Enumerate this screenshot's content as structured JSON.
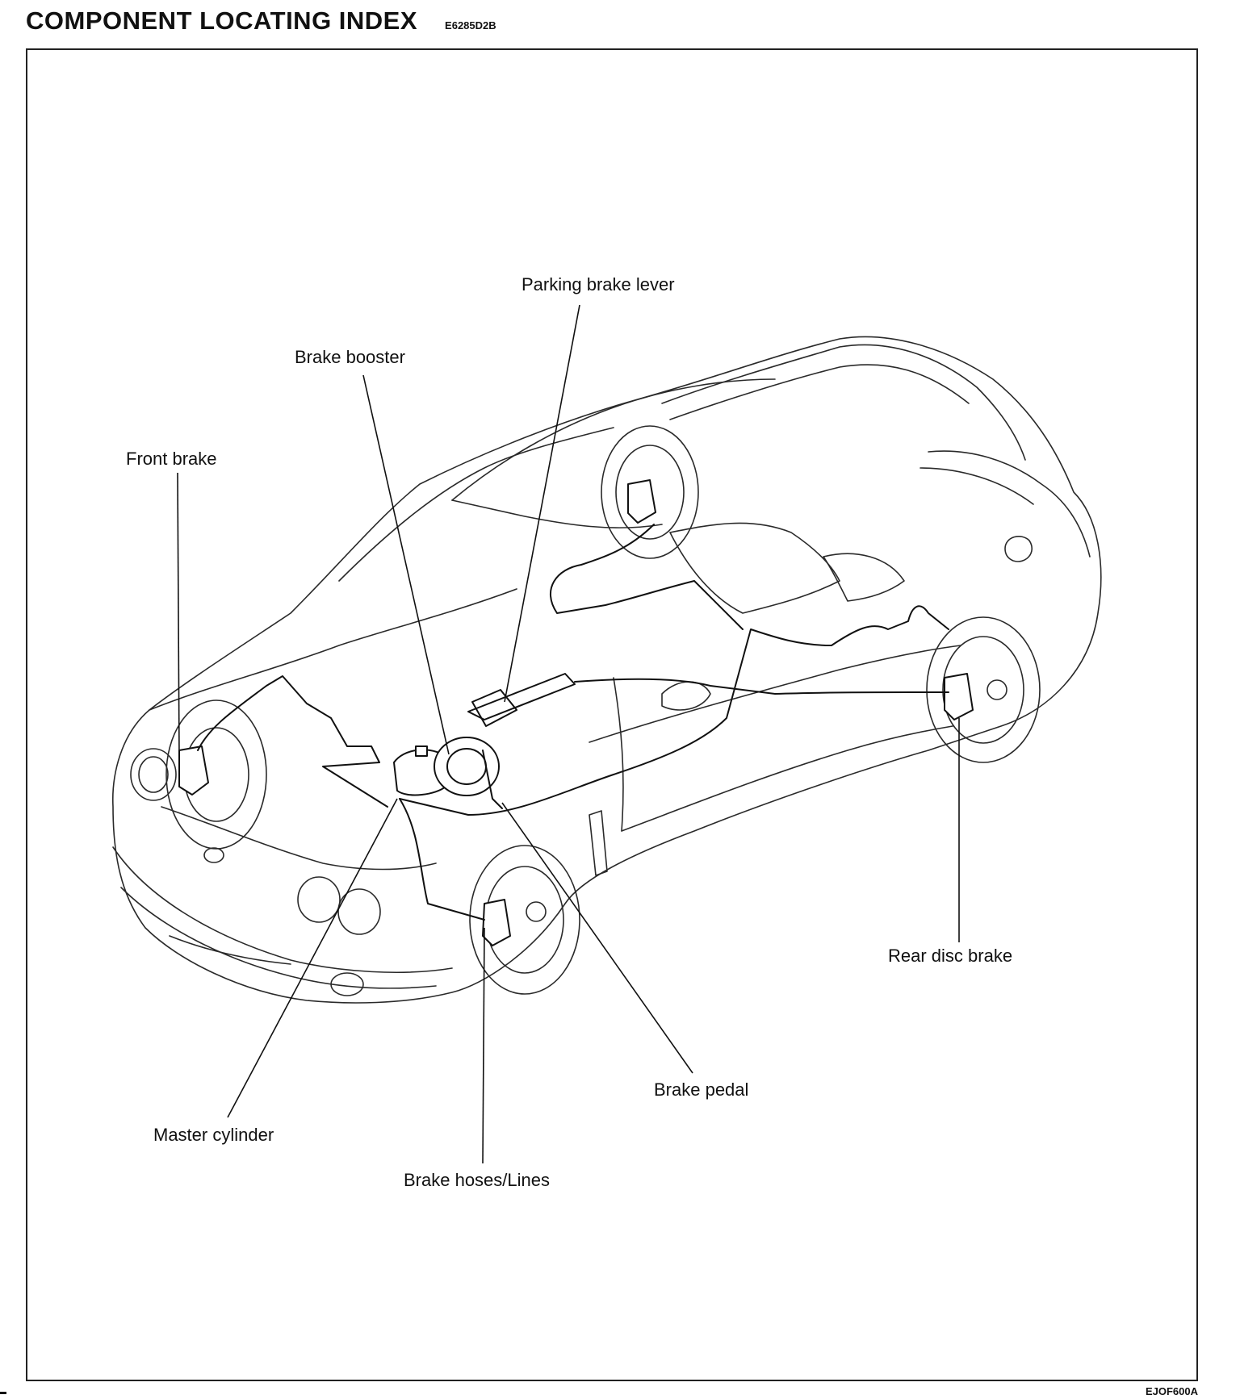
{
  "header": {
    "title": "COMPONENT LOCATING INDEX",
    "code": "E6285D2B"
  },
  "diagram": {
    "labels": {
      "parking_brake_lever": "Parking brake lever",
      "brake_booster": "Brake booster",
      "front_brake": "Front brake",
      "rear_disc_brake": "Rear disc brake",
      "brake_pedal": "Brake pedal",
      "master_cylinder": "Master cylinder",
      "brake_hoses_lines": "Brake hoses/Lines"
    }
  },
  "footer": {
    "figure_id": "EJOF600A"
  }
}
